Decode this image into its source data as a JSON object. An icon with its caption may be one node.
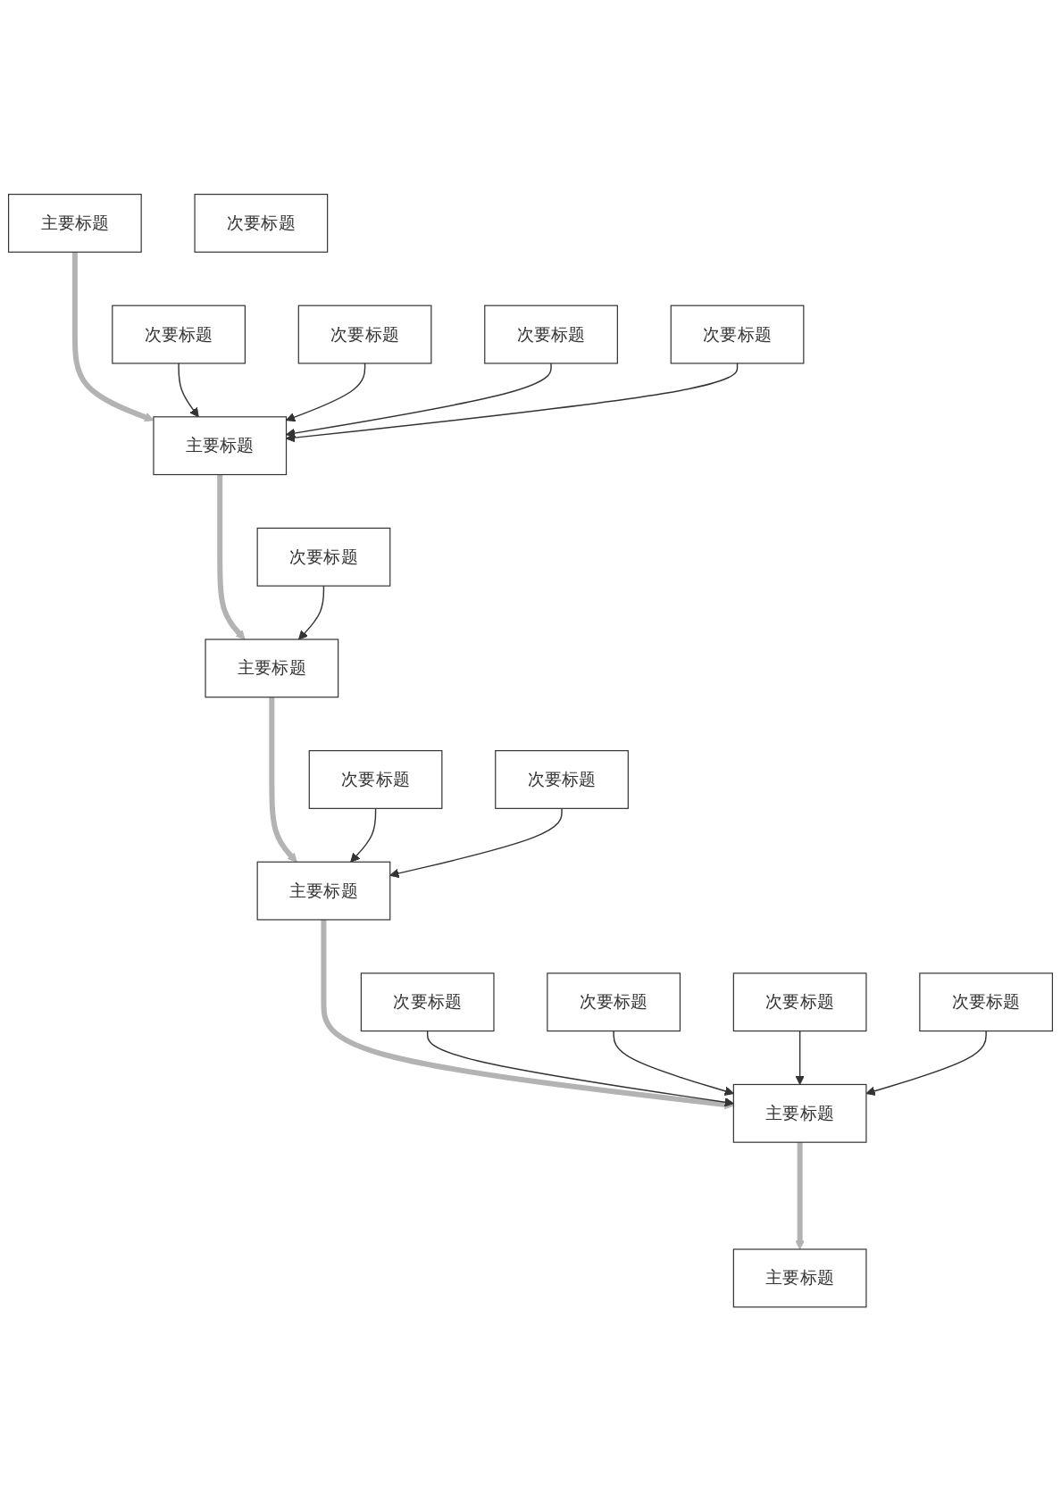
{
  "diagram": {
    "nodes": [
      {
        "text": [
          "主要标题"
        ]
      },
      {
        "text": [
          "次要标题"
        ]
      },
      {
        "text": [
          "次要标题"
        ]
      },
      {
        "text": [
          "主要标题"
        ]
      },
      {
        "text": [
          "次要标题"
        ]
      },
      {
        "text": [
          "次要标题"
        ]
      },
      {
        "text": [
          "次要标题"
        ]
      },
      {
        "text": [
          "主要标题"
        ]
      },
      {
        "text": [
          "次要标题"
        ]
      },
      {
        "text": [
          "次要标题"
        ]
      },
      {
        "text": [
          "主要标题"
        ]
      },
      {
        "text": [
          "次要标题"
        ]
      },
      {
        "text": [
          "次要标题"
        ]
      },
      {
        "text": [
          "次要标题"
        ]
      },
      {
        "text": [
          "主要标题"
        ]
      },
      {
        "text": [
          "次要标题"
        ]
      },
      {
        "text": [
          "次要标题"
        ]
      },
      {
        "text": [
          "主要标题"
        ]
      }
    ],
    "edges": [
      {
        "from": 0,
        "to": 3,
        "arrow": "to",
        "style": "thick",
        "color": "#b3b3b3"
      },
      {
        "from": 1,
        "to": 3,
        "arrow": "to"
      },
      {
        "from": 4,
        "to": 3,
        "arrow": "to"
      },
      {
        "from": 2,
        "to": 3,
        "arrow": "to"
      },
      {
        "from": 5,
        "to": 3,
        "arrow": "to"
      },
      {
        "from": 3,
        "to": 7,
        "arrow": "to",
        "style": "thick",
        "color": "#b3b3b3"
      },
      {
        "from": 6,
        "to": 7,
        "arrow": "to"
      },
      {
        "from": 7,
        "to": 10,
        "arrow": "to",
        "style": "thick",
        "color": "#b3b3b3"
      },
      {
        "from": 9,
        "to": 10,
        "arrow": "to"
      },
      {
        "from": 11,
        "to": 10,
        "arrow": "to"
      },
      {
        "from": 10,
        "to": 14,
        "arrow": "to",
        "style": "thick",
        "color": "#b3b3b3"
      },
      {
        "from": 12,
        "to": 14,
        "arrow": "to"
      },
      {
        "from": 15,
        "to": 14,
        "arrow": "to"
      },
      {
        "from": 13,
        "to": 14,
        "arrow": "to"
      },
      {
        "from": 16,
        "to": 14,
        "arrow": "to"
      },
      {
        "from": 14,
        "to": 17,
        "arrow": "to",
        "style": "thick",
        "color": "#b3b3b3"
      }
    ]
  }
}
